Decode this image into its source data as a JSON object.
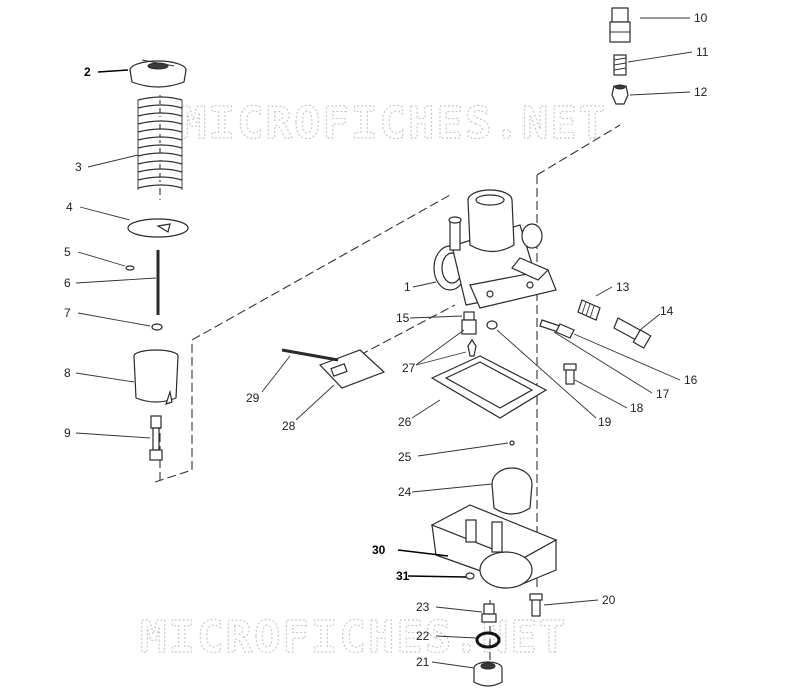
{
  "watermark": {
    "top_text": "MICROFICHES.NET",
    "bottom_text": "MICROFICHES.NET"
  },
  "callouts": [
    {
      "id": "1",
      "label": "1"
    },
    {
      "id": "2",
      "label": "2"
    },
    {
      "id": "3",
      "label": "3"
    },
    {
      "id": "4",
      "label": "4"
    },
    {
      "id": "5",
      "label": "5"
    },
    {
      "id": "6",
      "label": "6"
    },
    {
      "id": "7",
      "label": "7"
    },
    {
      "id": "8",
      "label": "8"
    },
    {
      "id": "9",
      "label": "9"
    },
    {
      "id": "10",
      "label": "10"
    },
    {
      "id": "11",
      "label": "11"
    },
    {
      "id": "12",
      "label": "12"
    },
    {
      "id": "13",
      "label": "13"
    },
    {
      "id": "14",
      "label": "14"
    },
    {
      "id": "15",
      "label": "15"
    },
    {
      "id": "16",
      "label": "16"
    },
    {
      "id": "17",
      "label": "17"
    },
    {
      "id": "18",
      "label": "18"
    },
    {
      "id": "19",
      "label": "19"
    },
    {
      "id": "20",
      "label": "20"
    },
    {
      "id": "21",
      "label": "21"
    },
    {
      "id": "22",
      "label": "22"
    },
    {
      "id": "23",
      "label": "23"
    },
    {
      "id": "24",
      "label": "24"
    },
    {
      "id": "25",
      "label": "25"
    },
    {
      "id": "26",
      "label": "26"
    },
    {
      "id": "27",
      "label": "27"
    },
    {
      "id": "28",
      "label": "28"
    },
    {
      "id": "29",
      "label": "29"
    },
    {
      "id": "30",
      "label": "30",
      "emphasis": true
    },
    {
      "id": "31",
      "label": "31",
      "emphasis": true
    }
  ],
  "colors": {
    "ink": "#2a2a2a",
    "watermark": "#c9c9c9",
    "background": "#ffffff"
  }
}
